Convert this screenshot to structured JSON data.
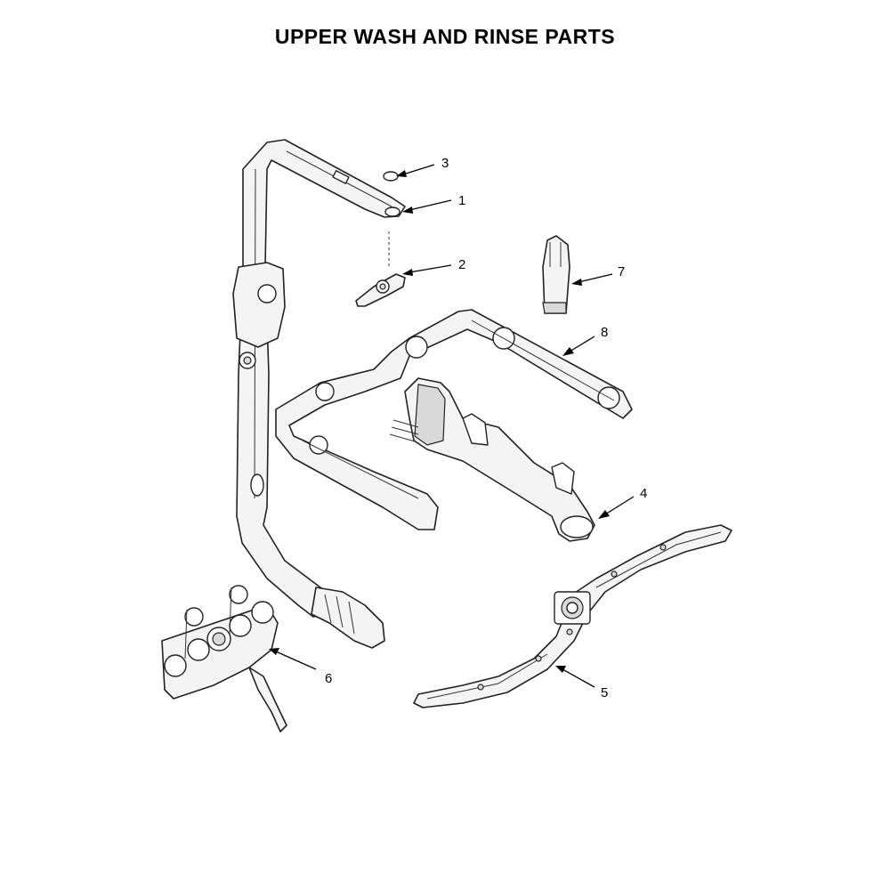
{
  "title": "UPPER WASH AND RINSE PARTS",
  "callouts": [
    {
      "id": "1",
      "label": "1"
    },
    {
      "id": "2",
      "label": "2"
    },
    {
      "id": "3",
      "label": "3"
    },
    {
      "id": "4",
      "label": "4"
    },
    {
      "id": "5",
      "label": "5"
    },
    {
      "id": "6",
      "label": "6"
    },
    {
      "id": "7",
      "label": "7"
    },
    {
      "id": "8",
      "label": "8"
    }
  ]
}
